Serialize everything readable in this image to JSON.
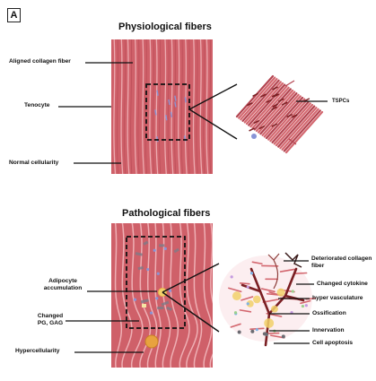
{
  "panel_letter": "A",
  "top_section": {
    "title": "Physiological fibers",
    "left_labels": [
      "Aligned collagen fiber",
      "Tenocyte",
      "Normal cellularity"
    ],
    "zoom_label": "TSPCs"
  },
  "bottom_section": {
    "title": "Pathological fibers",
    "left_labels": [
      "Adipocyte accumulation",
      "Changed PG, GAG",
      "Hypercellularity"
    ],
    "right_labels": [
      "Deteriorated collagen fiber",
      "Changed cytokine",
      "hyper vasculature",
      "Ossification",
      "Innervation",
      "Cell apoptosis"
    ]
  },
  "colors": {
    "fiber": "#d3676f",
    "fiber_dark": "#b34450",
    "fiber_light": "#f2b8bd",
    "vessel": "#7a1f23",
    "adipocyte": "#f1d06a",
    "ossification": "#e8a23f",
    "cell_blue": "#8894d6"
  }
}
